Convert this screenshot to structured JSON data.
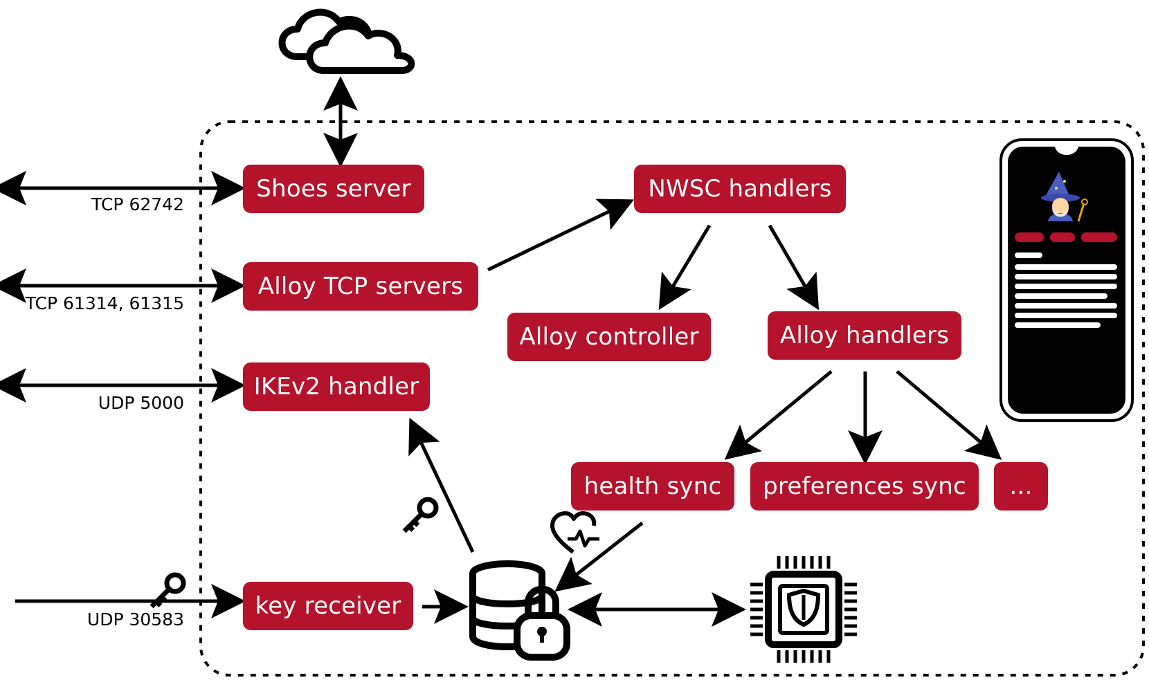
{
  "components": {
    "shoes_server": "Shoes server",
    "alloy_tcp_servers": "Alloy TCP servers",
    "ikev2_handler": "IKEv2 handler",
    "key_receiver": "key receiver",
    "nwsc_handlers": "NWSC handlers",
    "alloy_controller": "Alloy controller",
    "alloy_handlers": "Alloy handlers",
    "health_sync": "health sync",
    "preferences_sync": "preferences sync",
    "more": "..."
  },
  "ports": {
    "tcp_shoes": "TCP 62742",
    "tcp_alloy": "TCP 61314, 61315",
    "udp_ikev2": "UDP 5000",
    "udp_key": "UDP 30583"
  },
  "icons": [
    "cloud-icon",
    "database-lock-icon",
    "secure-chip-icon",
    "key-icon",
    "heart-pulse-icon",
    "phone-icon",
    "wizard-emoji-icon"
  ],
  "colors": {
    "box_fill": "#b5122b",
    "box_text": "#ffffff",
    "stroke": "#000000"
  }
}
